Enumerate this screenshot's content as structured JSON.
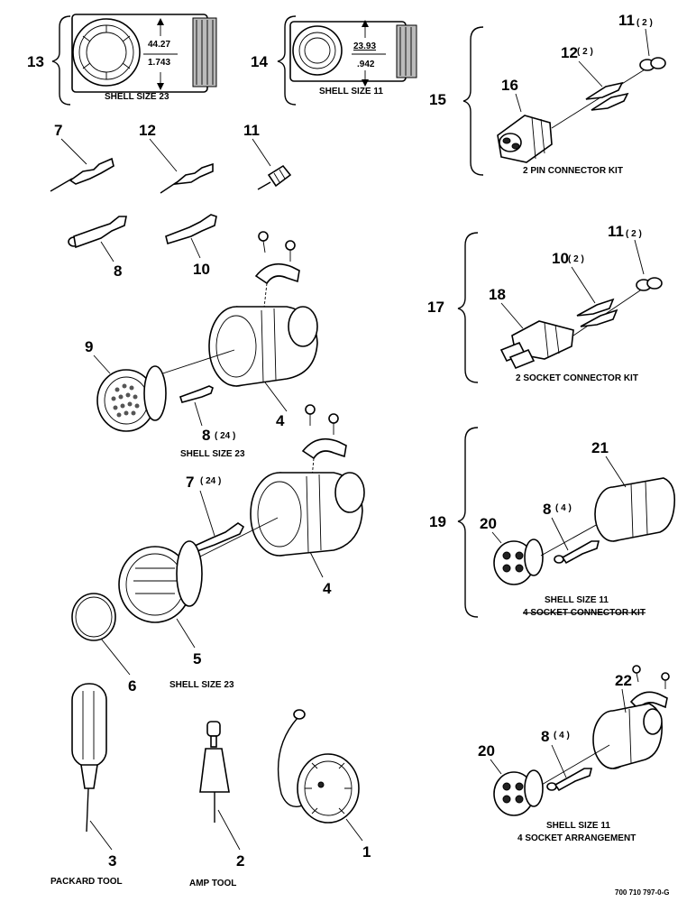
{
  "callouts": {
    "c13": "13",
    "c14": "14",
    "c15": "15",
    "c16": "16",
    "c11a": "11",
    "c12a": "12",
    "c7": "7",
    "c12": "12",
    "c11": "11",
    "c8": "8",
    "c10": "10",
    "c17": "17",
    "c18": "18",
    "c10b": "10",
    "c11b": "11",
    "c9": "9",
    "c4a": "4",
    "c8b": "8",
    "c7b": "7",
    "c4b": "4",
    "c5": "5",
    "c6": "6",
    "c19": "19",
    "c20": "20",
    "c8c": "8",
    "c21": "21",
    "c22": "22",
    "c20b": "20",
    "c8d": "8",
    "c3": "3",
    "c2": "2",
    "c1": "1"
  },
  "quantities": {
    "q11a": "( 2 )",
    "q12a": "( 2 )",
    "q10b": "( 2 )",
    "q11b": "( 2 )",
    "q8b": "( 24 )",
    "q7b": "( 24 )",
    "q8c": "( 4 )",
    "q8d": "( 4 )"
  },
  "captions": {
    "shell23_top": "SHELL SIZE 23",
    "shell11_top": "SHELL SIZE 11",
    "kit2pin": "2 PIN CONNECTOR KIT",
    "kit2socket": "2 SOCKET CONNECTOR KIT",
    "shell23_mid": "SHELL SIZE 23",
    "shell23_low": "SHELL SIZE 23",
    "shell11_kit": "SHELL SIZE 11",
    "kit4socket": "4 SOCKET CONNECTOR KIT",
    "shell11_arr": "SHELL SIZE 11",
    "arr4socket": "4 SOCKET ARRANGEMENT",
    "packard": "PACKARD TOOL",
    "amp": "AMP TOOL",
    "drawing_no": "700 710 797-0-G"
  },
  "dimensions": {
    "d23_top": "44.27",
    "d23_bot": "1.743",
    "d11_top": "23.93",
    "d11_bot": ".942"
  }
}
